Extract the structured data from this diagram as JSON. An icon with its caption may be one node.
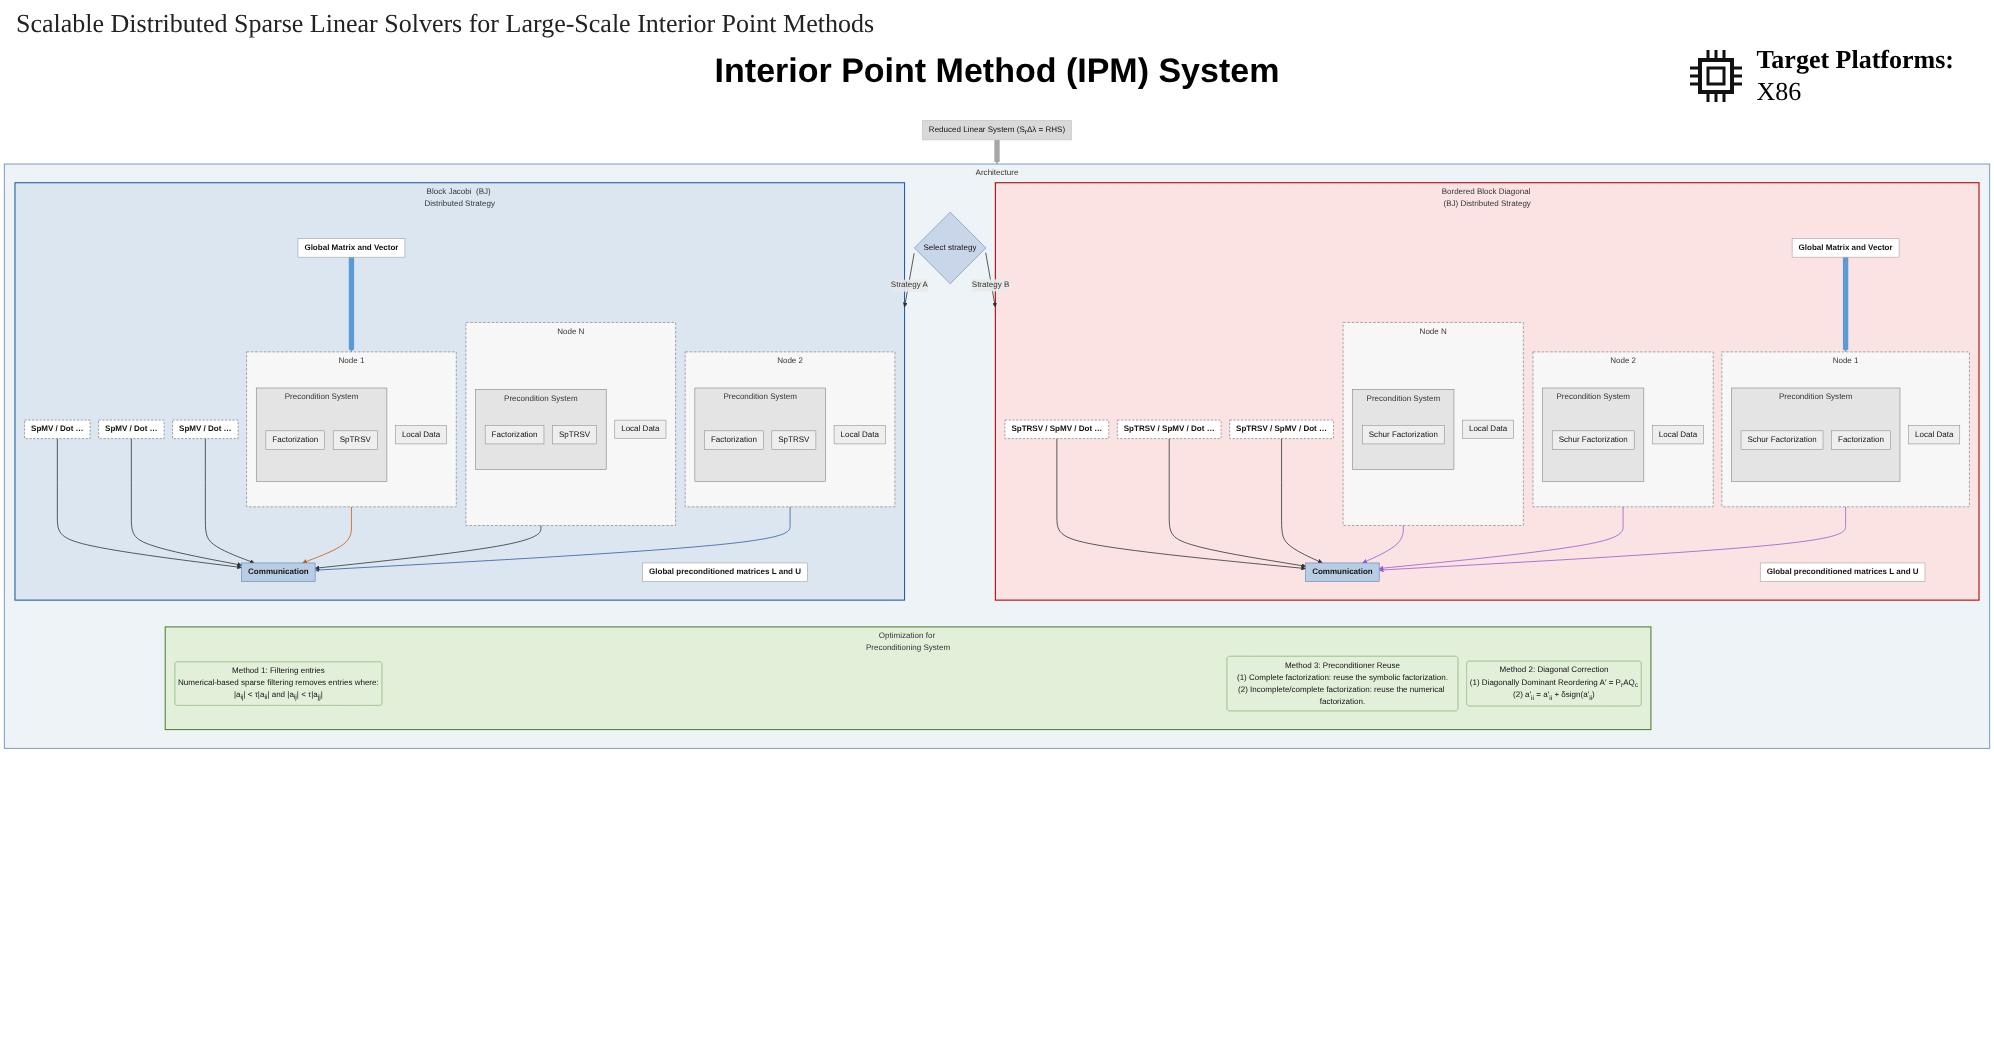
{
  "diagram": {
    "title": "Interior Point Method (IPM) System",
    "nodes": [
      {
        "text": [
          "Reduced Linear System (S$_{r}$Δλ = RHS)"
        ]
      },
      {
        "text": [
          "Architecture"
        ]
      },
      {
        "text": [
          "Select strategy"
        ],
        "in": 1
      },
      {
        "text": [
          "Block Jacobi  (BJ) Distributed Strategy"
        ],
        "in": 1
      },
      {
        "text": [
          "Global Matrix and Vector"
        ],
        "in": 3
      },
      {
        "text": [
          "Global preconditioned matrices L and U"
        ],
        "in": 3
      },
      {
        "text": [
          "Node 1"
        ],
        "in": 3
      },
      {
        "text": [
          "Local Data"
        ],
        "in": 6
      },
      {
        "text": [
          "Precondition System"
        ],
        "in": 6
      },
      {
        "text": [
          "Factorization"
        ],
        "in": 8
      },
      {
        "text": [
          "SpTRSV"
        ],
        "in": 8
      },
      {
        "text": [
          "Node 2"
        ],
        "in": 3
      },
      {
        "text": [
          "Local Data"
        ],
        "in": 11
      },
      {
        "text": [
          "Precondition System"
        ],
        "in": 11
      },
      {
        "text": [
          "Factorization"
        ],
        "in": 13
      },
      {
        "text": [
          "SpTRSV"
        ],
        "in": 13
      },
      {
        "text": [
          "Node N"
        ],
        "in": 3
      },
      {
        "text": [
          "Local Data"
        ],
        "in": 16
      },
      {
        "text": [
          "Precondition System"
        ],
        "in": 16
      },
      {
        "text": [
          "Factorization"
        ],
        "in": 18
      },
      {
        "text": [
          "SpTRSV"
        ],
        "in": 18
      },
      {
        "text": [
          "Communication"
        ],
        "in": 3
      },
      {
        "text": [
          "SpMV / Dot …"
        ],
        "in": 3
      },
      {
        "text": [
          "SpMV / Dot …"
        ],
        "in": 3
      },
      {
        "text": [
          "SpMV / Dot …"
        ],
        "in": 3
      },
      {
        "text": [
          "Bordered Block Diagonal (BJ) Distributed Strategy"
        ],
        "in": 1
      },
      {
        "text": [
          "Global Matrix and Vector"
        ],
        "in": 25
      },
      {
        "text": [
          "Global preconditioned matrices L and U"
        ],
        "in": 25
      },
      {
        "text": [
          "Node 1"
        ],
        "in": 25
      },
      {
        "text": [
          "Local Data"
        ],
        "in": 28
      },
      {
        "text": [
          "Precondition System"
        ],
        "in": 28
      },
      {
        "text": [
          "Schur Factorization"
        ],
        "in": 30
      },
      {
        "text": [
          "Factorization"
        ],
        "in": 30
      },
      {
        "text": [
          "Node 2"
        ],
        "in": 25
      },
      {
        "text": [
          "Local Data"
        ],
        "in": 33
      },
      {
        "text": [
          "Precondition System"
        ],
        "in": 33
      },
      {
        "text": [
          "Schur Factorization"
        ],
        "in": 35
      },
      {
        "text": [
          "Node N"
        ],
        "in": 25
      },
      {
        "text": [
          "Local Data"
        ],
        "in": 37
      },
      {
        "text": [
          "Precondition System"
        ],
        "in": 37
      },
      {
        "text": [
          "Schur Factorization"
        ],
        "in": 39
      },
      {
        "text": [
          "Communication"
        ],
        "in": 25
      },
      {
        "text": [
          "SpTRSV / SpMV / Dot …"
        ],
        "in": 25
      },
      {
        "text": [
          "SpTRSV / SpMV / Dot …"
        ],
        "in": 25
      },
      {
        "text": [
          "SpTRSV / SpMV / Dot …"
        ],
        "in": 25
      },
      {
        "text": [
          "Optimization for Preconditioning System"
        ],
        "in": 1
      },
      {
        "text": [
          "Method 1: Filtering entries",
          "Numerical-based sparse filtering removes entries where:",
          "|a$_{ij}$| < τ|a$_{ii}$| and |a$_{ij}$| < τ|a$_{jj}$|"
        ],
        "in": 45
      },
      {
        "text": [
          "Method 2: Diagonal Correction",
          "(1) Diagonally Dominant Reordering A′ = P$_{r}$AQ$_{c}$",
          "(2) a′$_{ii}$ = a′$_{ii}$ + δsign(a′$_{ii}$)"
        ],
        "in": 45
      },
      {
        "text": [
          "Method 3: Preconditioner Reuse",
          "(1) Complete factorization: reuse the symbolic factorization.",
          "(2) Incomplete/complete factorization: reuse the numerical factorization."
        ],
        "in": 45
      }
    ],
    "edges": [
      {
        "from": 0,
        "to": 1,
        "arrow": "to",
        "style": "thick",
        "color": "#a6a6a6"
      },
      {
        "from": 2,
        "to": 3,
        "arrow": "to",
        "label": "Strategy A"
      },
      {
        "from": 2,
        "to": 25,
        "arrow": "to",
        "label": "Strategy B"
      },
      {
        "from": 4,
        "to": 6,
        "arrow": "to",
        "style": "thick",
        "color": "#5b9bd5"
      },
      {
        "from": 6,
        "to": 21,
        "arrow": "to",
        "color": "#c55a11"
      },
      {
        "from": 11,
        "to": 21,
        "arrow": "to",
        "color": "#2e5fa3"
      },
      {
        "from": 16,
        "to": 21,
        "arrow": "to"
      },
      {
        "from": 22,
        "to": 21,
        "arrow": "to"
      },
      {
        "from": 23,
        "to": 21,
        "arrow": "to"
      },
      {
        "from": 24,
        "to": 21,
        "arrow": "to"
      },
      {
        "from": 26,
        "to": 28,
        "arrow": "to",
        "style": "thick",
        "color": "#5b9bd5"
      },
      {
        "from": 28,
        "to": 41,
        "arrow": "to",
        "color": "#9b59d0"
      },
      {
        "from": 33,
        "to": 41,
        "arrow": "to",
        "color": "#9b59d0"
      },
      {
        "from": 37,
        "to": 41,
        "arrow": "to",
        "color": "#9b59d0"
      },
      {
        "from": 42,
        "to": 41,
        "arrow": "to"
      },
      {
        "from": 43,
        "to": 41,
        "arrow": "to"
      },
      {
        "from": 44,
        "to": 41,
        "arrow": "to"
      }
    ],
    "labels": [
      "Scalable Distributed Sparse Linear Solvers for Large-Scale Interior Point Methods",
      "Target Platforms:",
      "X86"
    ]
  }
}
